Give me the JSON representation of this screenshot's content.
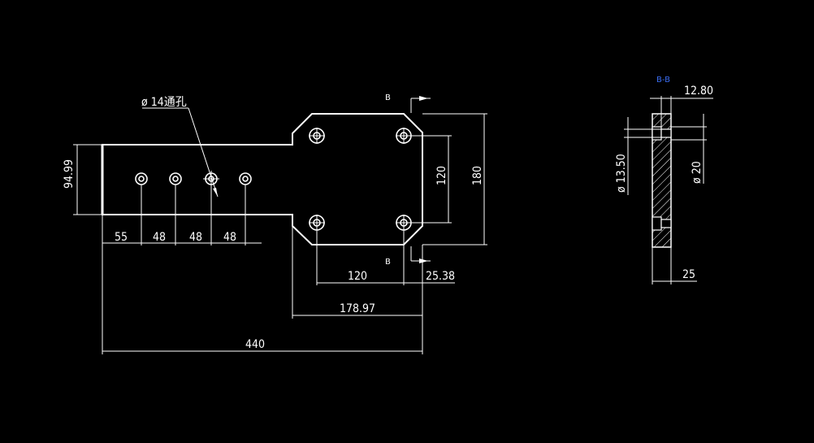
{
  "front_view": {
    "hole_callout": "ø 14通孔",
    "section_marker_top": "B",
    "section_marker_bottom": "B",
    "dimensions": {
      "height_left": "94.99",
      "spacing_1": "55",
      "spacing_2": "48",
      "spacing_3": "48",
      "spacing_4": "48",
      "hole_pitch_vertical": "120",
      "plate_height": "180",
      "hole_pitch_horizontal": "120",
      "edge_offset": "25.38",
      "head_width": "178.97",
      "total_length": "440"
    }
  },
  "section_view": {
    "title": "B-B",
    "title_color": "#3a6cf0",
    "thickness_top": "12.80",
    "bore_small": "ø 13.50",
    "bore_large": "ø 20",
    "thickness_bottom": "25"
  },
  "colors": {
    "background": "#000000",
    "lines": "#ffffff",
    "section_title": "#3a6cf0"
  }
}
